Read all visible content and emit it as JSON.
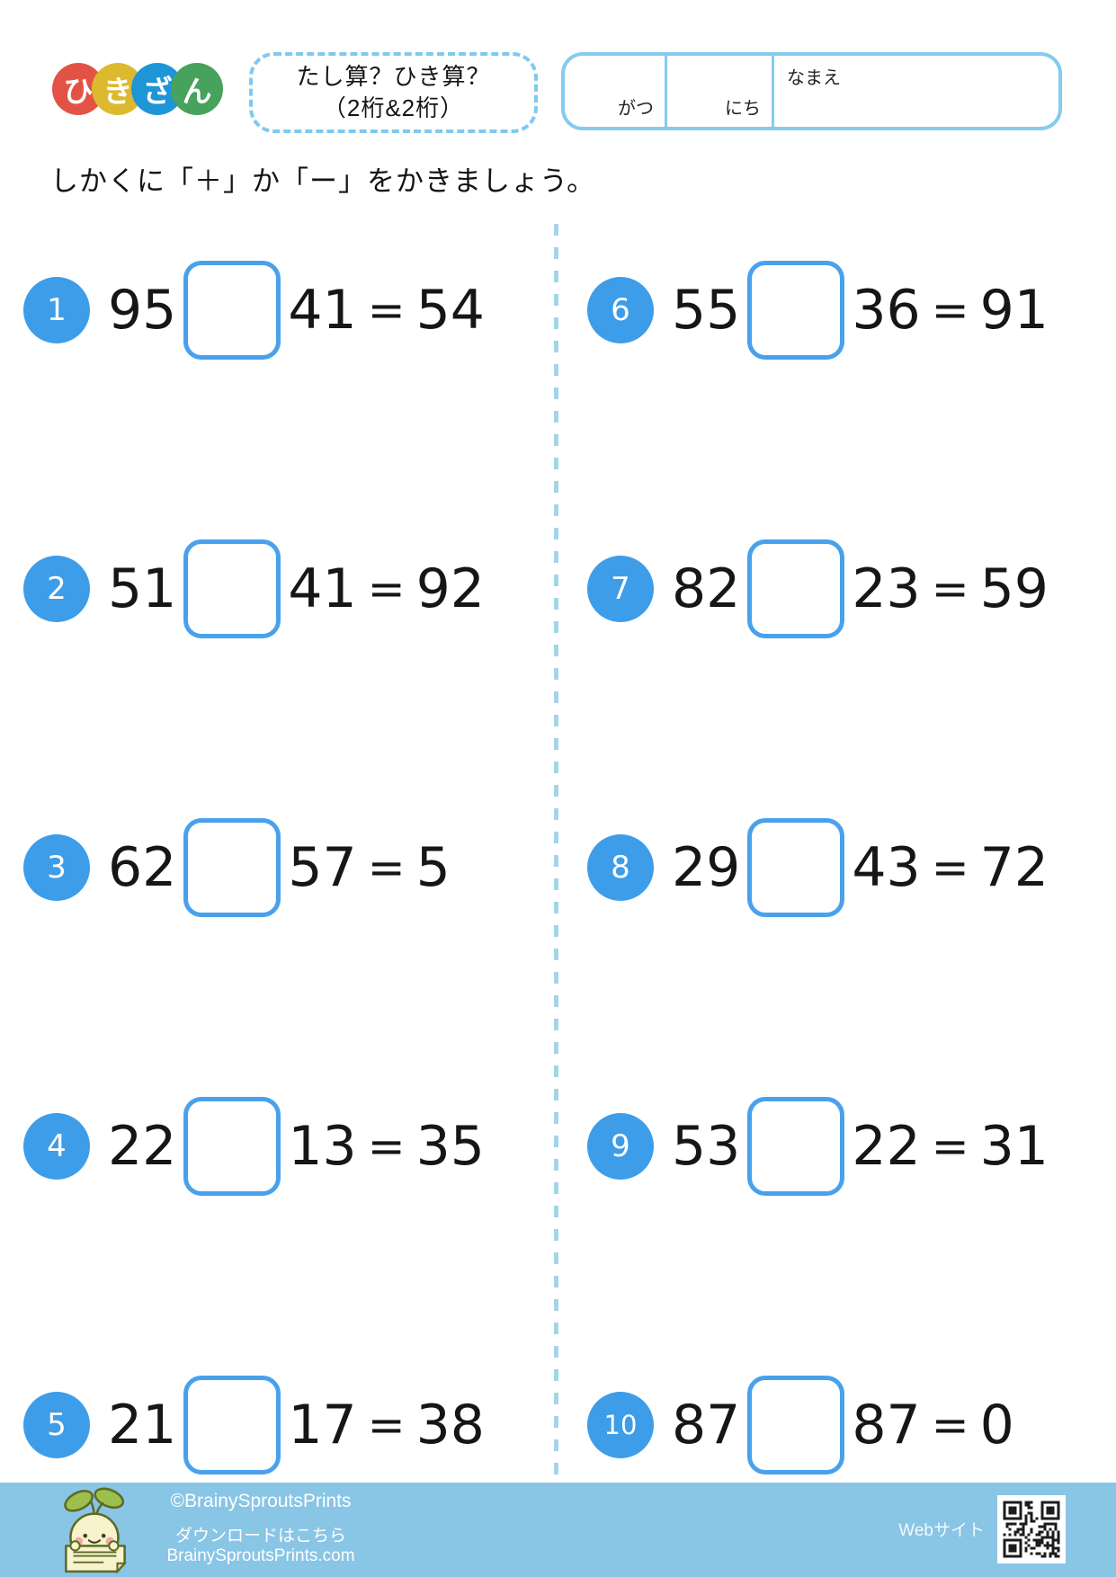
{
  "logo": {
    "name": "ひきざん",
    "chars": [
      {
        "char": "ひ",
        "color": "#e25345"
      },
      {
        "char": "き",
        "color": "#ddb92f"
      },
      {
        "char": "ざ",
        "color": "#1e95d7"
      },
      {
        "char": "ん",
        "color": "#46a25c"
      }
    ]
  },
  "header": {
    "title_line1": "たし算？ひき算？",
    "title_line2": "（2桁&2桁）",
    "month_label": "がつ",
    "day_label": "にち",
    "name_label": "なまえ"
  },
  "instruction": "しかくに「＋」か「ー」をかきましょう。",
  "equals_sign": "=",
  "problems": [
    {
      "number": "1",
      "a": "95",
      "b": "41",
      "result": "54"
    },
    {
      "number": "2",
      "a": "51",
      "b": "41",
      "result": "92"
    },
    {
      "number": "3",
      "a": "62",
      "b": "57",
      "result": "5"
    },
    {
      "number": "4",
      "a": "22",
      "b": "13",
      "result": "35"
    },
    {
      "number": "5",
      "a": "21",
      "b": "17",
      "result": "38"
    },
    {
      "number": "6",
      "a": "55",
      "b": "36",
      "result": "91"
    },
    {
      "number": "7",
      "a": "82",
      "b": "23",
      "result": "59"
    },
    {
      "number": "8",
      "a": "29",
      "b": "43",
      "result": "72"
    },
    {
      "number": "9",
      "a": "53",
      "b": "22",
      "result": "31"
    },
    {
      "number": "10",
      "a": "87",
      "b": "87",
      "result": "0"
    }
  ],
  "footer": {
    "copyright": "©BrainySproutsPrints",
    "download_text": "ダウンロードはこちら BrainySproutsPrints.com",
    "website_label": "Webサイト"
  },
  "colors": {
    "accent_blue": "#3d9de9",
    "box_border": "#49a1ec",
    "light_blue_border": "#85cbee",
    "divider": "#a4d4ea",
    "footer_bg": "#89c5e5"
  }
}
